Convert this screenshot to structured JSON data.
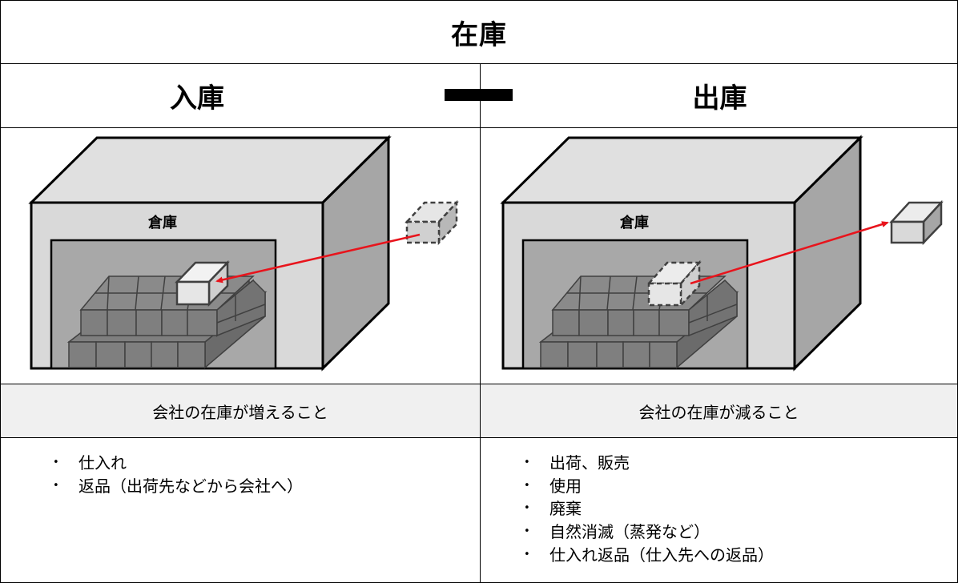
{
  "title": "在庫",
  "left": {
    "heading": "入庫",
    "warehouse_label": "倉庫",
    "description": "会社の在庫が増えること",
    "items": [
      "仕入れ",
      "返品（出荷先などから会社へ）"
    ]
  },
  "right": {
    "heading": "出庫",
    "warehouse_label": "倉庫",
    "description": "会社の在庫が減ること",
    "items": [
      "出荷、販売",
      "使用",
      "廃棄",
      "自然消滅（蒸発など）",
      "仕入れ返品（仕入先への返品）"
    ]
  },
  "colors": {
    "arrow": "#e8141c",
    "wall_front": "#d9d9d9",
    "wall_side": "#a6a6a6",
    "inner": "#a8a8a8",
    "box_dark": "#7f7f7f",
    "box_light": "#e6e6e6",
    "description_bg": "#f0f0f0"
  },
  "icons": {
    "separator": "minus-sign",
    "left_illustration": "warehouse-receiving-icon",
    "right_illustration": "warehouse-shipping-icon"
  }
}
